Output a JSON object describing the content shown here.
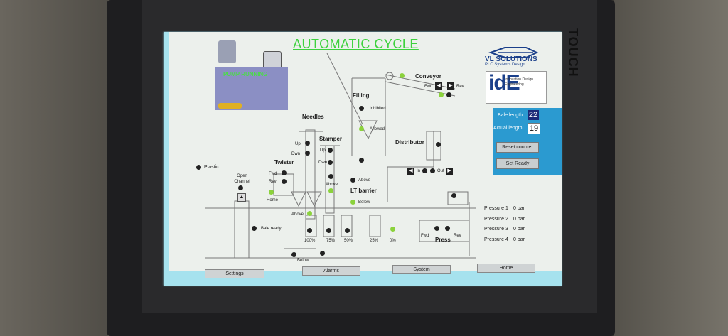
{
  "screen": {
    "title": "AUTOMATIC CYCLE",
    "bezel_text": "TOUCH",
    "pump": {
      "status": "PUMP RUNNING"
    },
    "logo": {
      "company": "VL SOLUTIONS",
      "tagline": "PLC Systems Design",
      "ide": "idE",
      "ide_sub": "Innovation Design Engineering"
    },
    "labels": {
      "filling": "Filling",
      "inhibited": "Inhibited",
      "allowed": "Allowed",
      "conveyor": "Conveyor",
      "fwd": "Fwd",
      "rev": "Rev",
      "needles": "Needles",
      "up": "Up",
      "dwn": "Dwn",
      "stamper": "Stamper",
      "twister": "Twister",
      "plastic": "Plastic",
      "open_channel": "Open Channel",
      "home": "Home",
      "distributor": "Distributor",
      "in": "In",
      "out": "Out",
      "above": "Above",
      "below": "Below",
      "lt_barrier": "LT barrier",
      "bale_ready": "Bale ready",
      "press": "Press",
      "pct100": "100%",
      "pct75": "75%",
      "pct50": "50%",
      "pct25": "25%",
      "pct0": "0%"
    },
    "bale": {
      "length_label": "Bale length:",
      "length_value": "22",
      "actual_label": "Actual length:",
      "actual_value": "19"
    },
    "buttons": {
      "reset_counter": "Reset counter",
      "set_ready": "Set Ready"
    },
    "pressures": [
      {
        "label": "Pressure 1",
        "value": "0 bar"
      },
      {
        "label": "Pressure 2",
        "value": "0 bar"
      },
      {
        "label": "Pressure 3",
        "value": "0 bar"
      },
      {
        "label": "Pressure 4",
        "value": "0 bar"
      }
    ],
    "nav": {
      "settings": "Settings",
      "alarms": "Alarms",
      "system": "System",
      "home": "Home"
    },
    "colors": {
      "title": "#3ed13e",
      "indicator_on": "#8bd23c",
      "indicator_off": "#222222",
      "panel": "#2b9ad0"
    }
  }
}
